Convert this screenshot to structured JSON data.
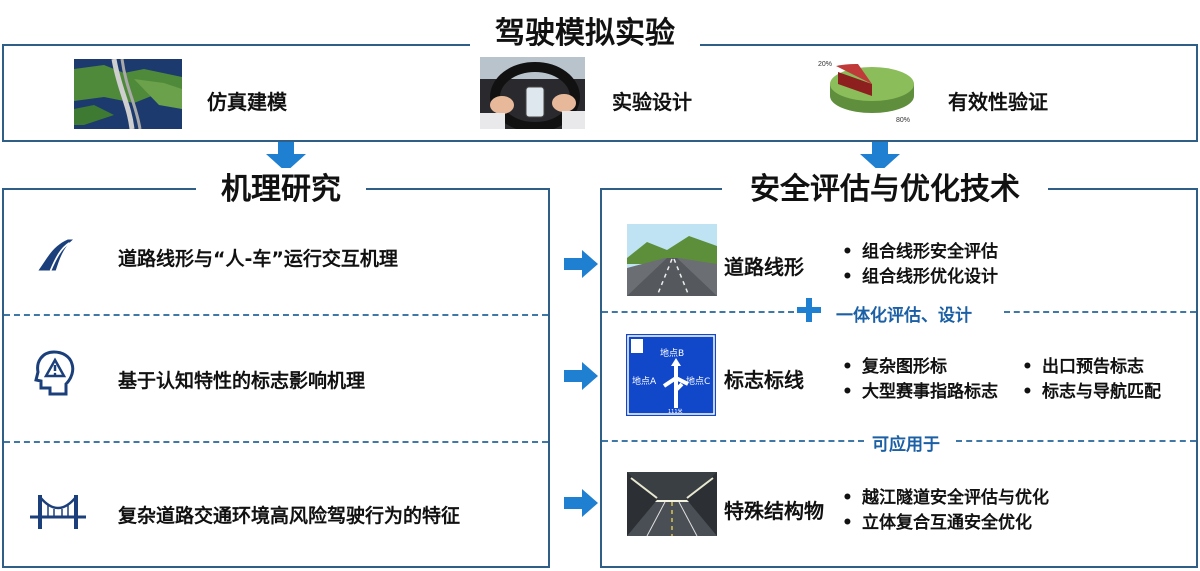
{
  "top": {
    "title": "驾驶模拟实验",
    "items": [
      "仿真建模",
      "实验设计",
      "有效性验证"
    ],
    "pie": {
      "labels": [
        "20%",
        "80%"
      ]
    }
  },
  "left": {
    "title": "机理研究",
    "rows": [
      {
        "text": "道路线形与“人-车”运行交互机理",
        "icon": "road-curve-icon"
      },
      {
        "text": "基于认知特性的标志影响机理",
        "icon": "head-warning-icon"
      },
      {
        "text": "复杂道路交通环境高风险驾驶行为的特征",
        "icon": "bridge-icon"
      }
    ]
  },
  "right": {
    "title": "安全评估与优化技术",
    "sections": [
      {
        "label": "道路线形",
        "bullets": [
          "组合线形安全评估",
          "组合线形优化设计"
        ]
      },
      {
        "label": "标志标线",
        "bullets": [
          "复杂图形标",
          "出口预告标志",
          "大型赛事指路标志",
          "标志与导航匹配"
        ]
      },
      {
        "label": "特殊结构物",
        "bullets": [
          "越江隧道安全评估与优化",
          "立体复合互通安全优化"
        ]
      }
    ],
    "connector1": "一体化评估、设计",
    "connector2": "可应用于",
    "sign": {
      "a": "地点A",
      "b": "地点B",
      "c": "地点C",
      "d": "111米"
    }
  },
  "colors": {
    "border": "#2f5f86",
    "arrow": "#1f7fd0",
    "accent": "#1b3f7a",
    "sign": "#1147c9"
  }
}
